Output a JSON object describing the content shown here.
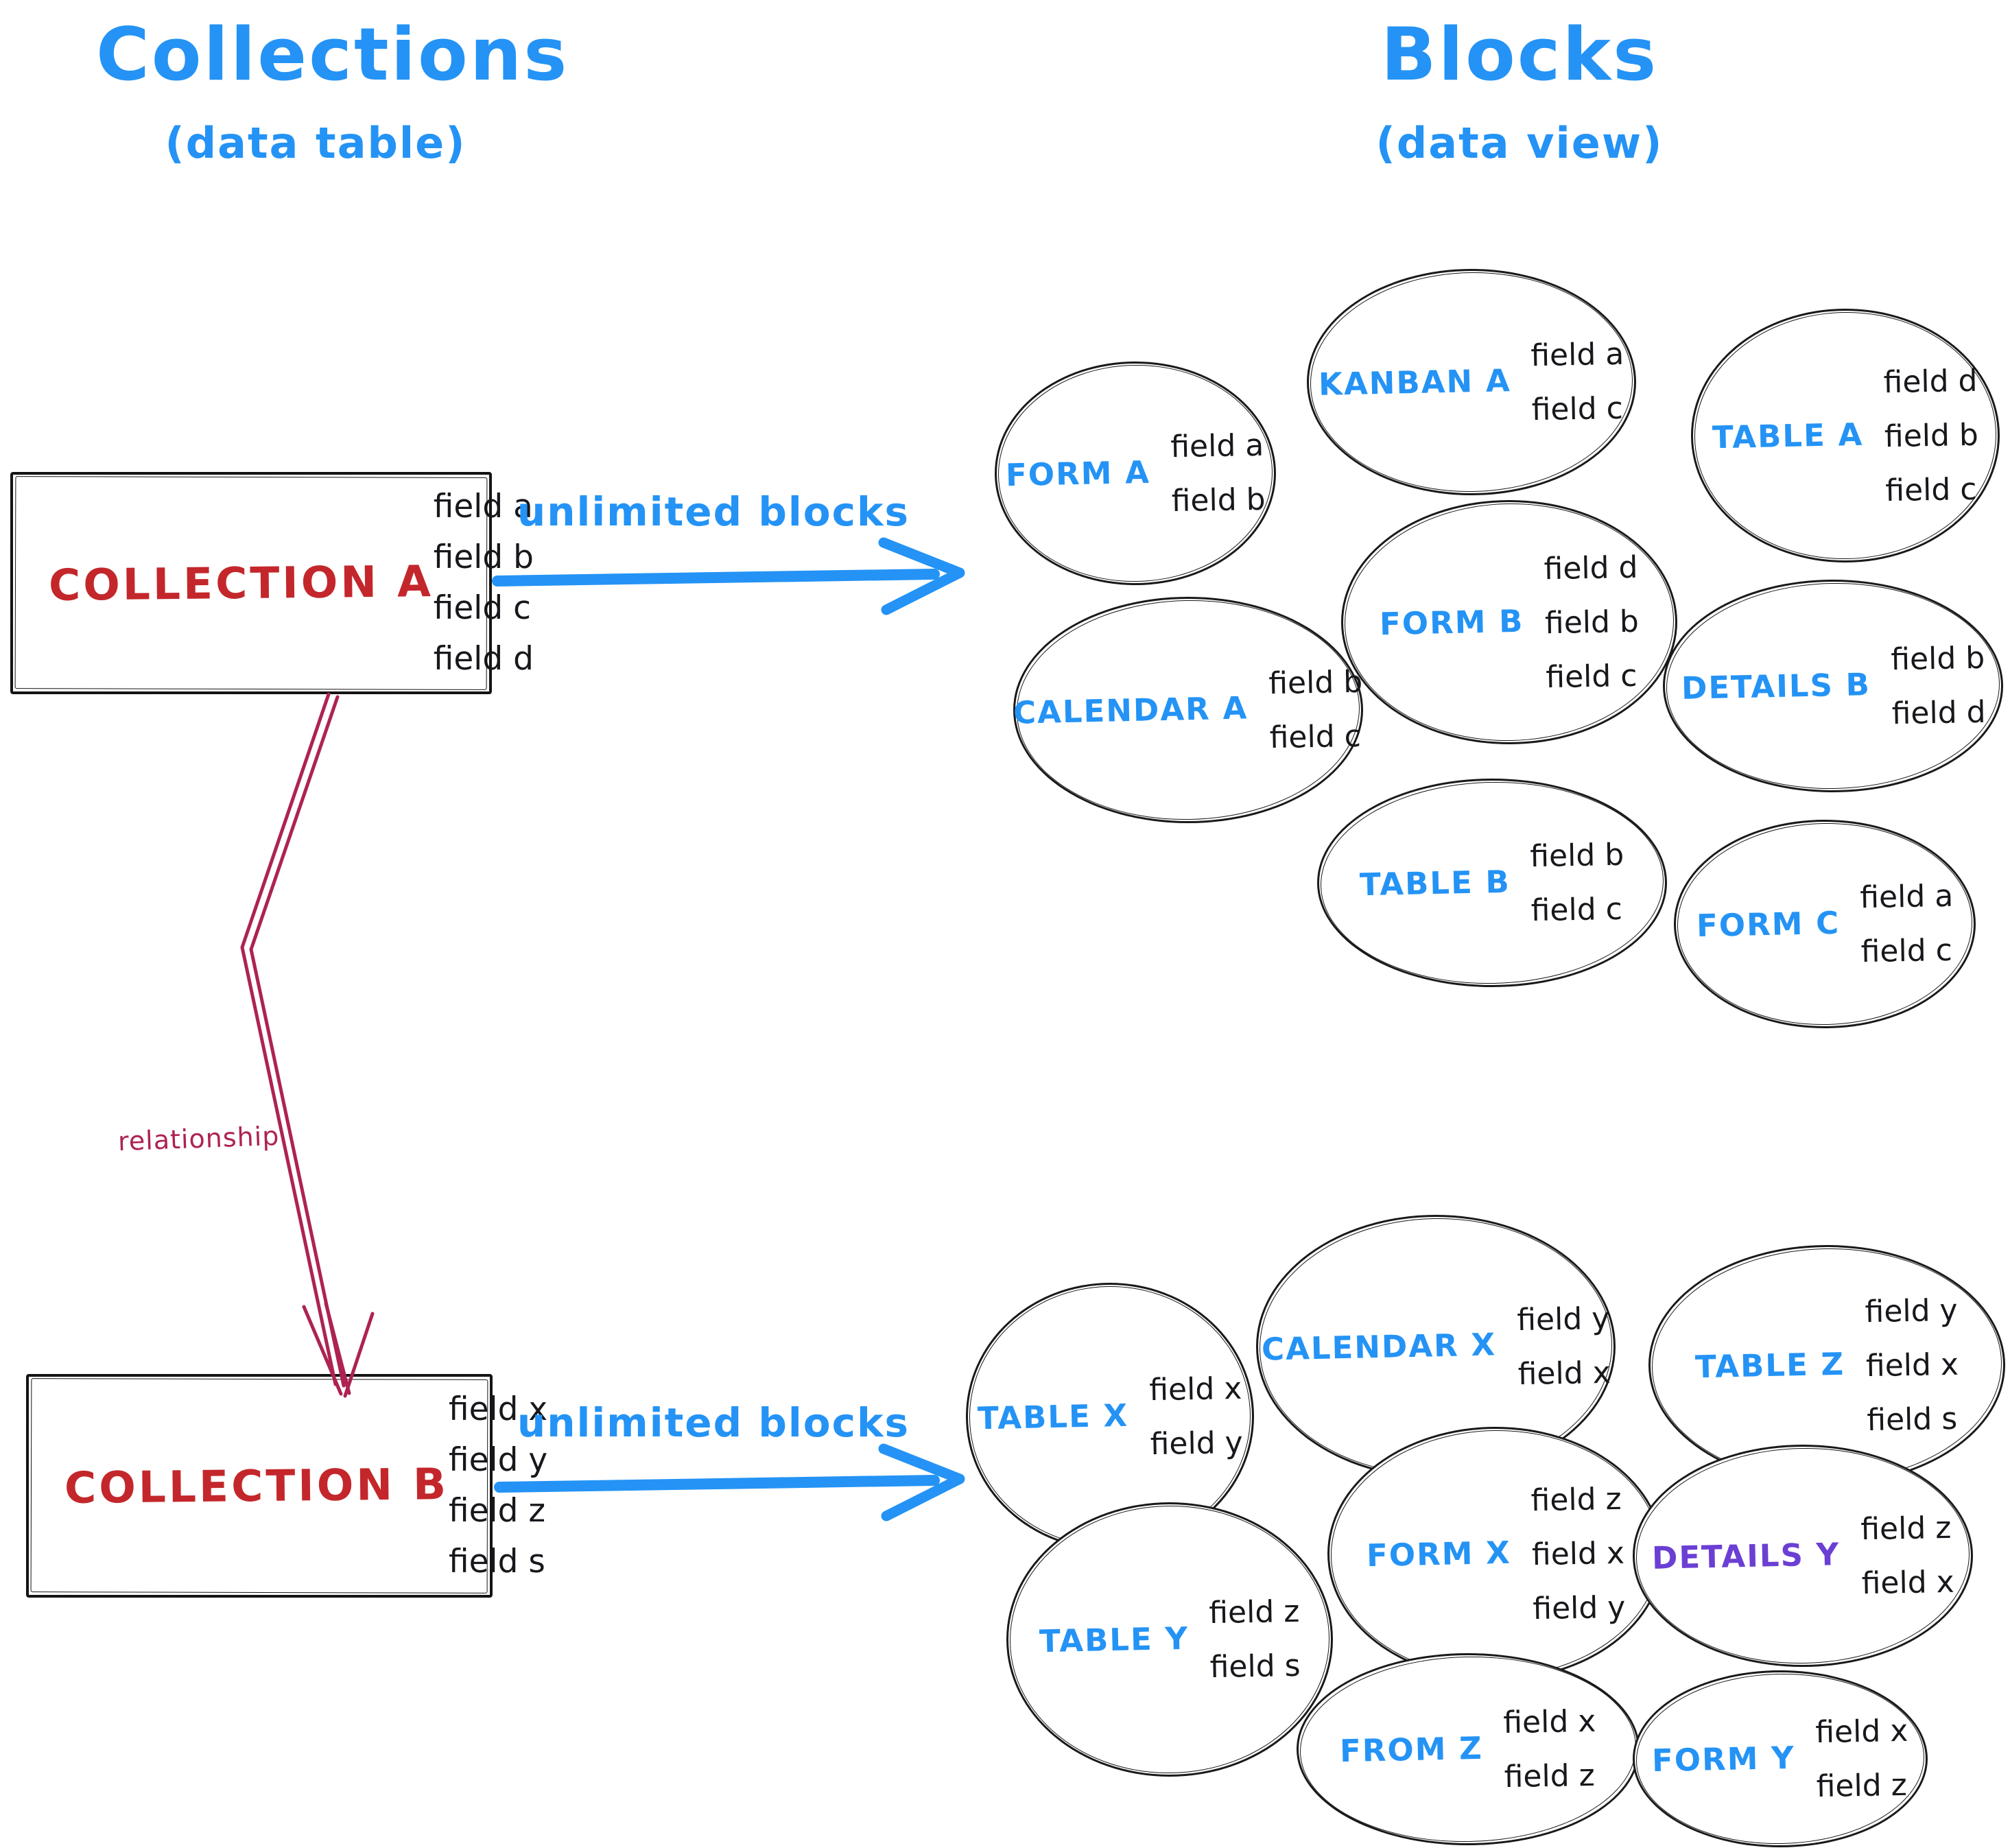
{
  "left_column": {
    "title": "Collections",
    "subtitle": "(data table)",
    "collections": [
      {
        "name": "COLLECTION A",
        "fields": [
          "field a",
          "field b",
          "field c",
          "field d"
        ]
      },
      {
        "name": "COLLECTION B",
        "fields": [
          "field x",
          "field y",
          "field z",
          "field s"
        ]
      }
    ]
  },
  "right_column": {
    "title": "Blocks",
    "subtitle": "(data view)"
  },
  "arrows": {
    "unlimited_blocks_top": "unlimited blocks",
    "unlimited_blocks_bottom": "unlimited blocks",
    "relationship": "relationship"
  },
  "blocks_a": [
    {
      "label": "FORM A",
      "fields": [
        "field a",
        "field b"
      ]
    },
    {
      "label": "KANBAN A",
      "fields": [
        "field a",
        "field c"
      ]
    },
    {
      "label": "TABLE A",
      "fields": [
        "field d",
        "field b",
        "field c"
      ]
    },
    {
      "label": "CALENDAR A",
      "fields": [
        "field b",
        "field c"
      ]
    },
    {
      "label": "FORM B",
      "fields": [
        "field d",
        "field b",
        "field c"
      ]
    },
    {
      "label": "DETAILS B",
      "fields": [
        "field b",
        "field d"
      ]
    },
    {
      "label": "TABLE B",
      "fields": [
        "field b",
        "field c"
      ]
    },
    {
      "label": "FORM C",
      "fields": [
        "field a",
        "field c"
      ]
    }
  ],
  "blocks_b": [
    {
      "label": "TABLE X",
      "fields": [
        "field x",
        "field y"
      ]
    },
    {
      "label": "CALENDAR X",
      "fields": [
        "field y",
        "field x"
      ]
    },
    {
      "label": "TABLE Z",
      "fields": [
        "field y",
        "field x",
        "field s"
      ]
    },
    {
      "label": "TABLE Y",
      "fields": [
        "field z",
        "field s"
      ]
    },
    {
      "label": "FORM X",
      "fields": [
        "field z",
        "field x",
        "field y"
      ]
    },
    {
      "label": "DETAILS Y",
      "fields": [
        "field z",
        "field x"
      ]
    },
    {
      "label": "FROM Z",
      "fields": [
        "field x",
        "field z"
      ]
    },
    {
      "label": "FORM Y",
      "fields": [
        "field x",
        "field z"
      ]
    }
  ],
  "colors": {
    "accent_blue": "#2493f5",
    "collection_red": "#c3272b",
    "relationship_crimson": "#ad2352",
    "details_y_purple": "#6b3fd4",
    "ink_black": "#17171c"
  }
}
